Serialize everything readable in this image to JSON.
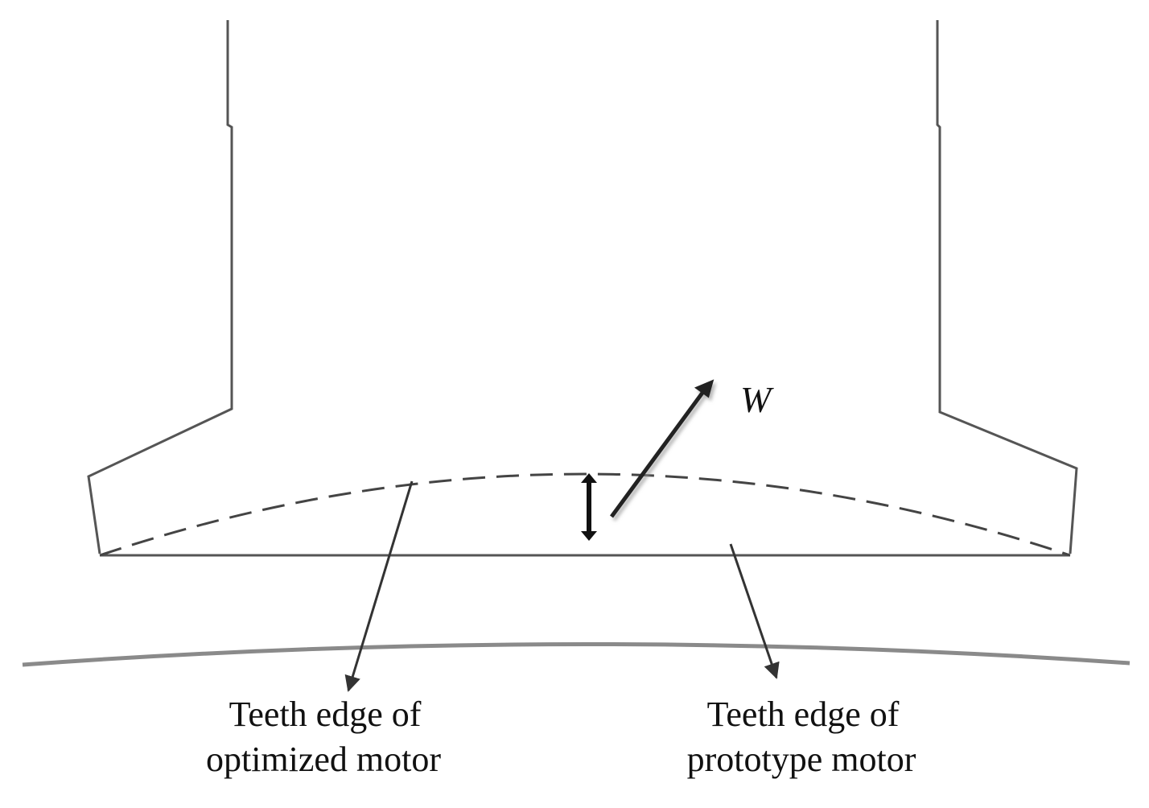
{
  "labels": {
    "optimized_line1": "Teeth edge of",
    "optimized_line2": "optimized motor",
    "prototype_line1": "Teeth edge of",
    "prototype_line2": "prototype motor",
    "w_symbol": "W"
  },
  "colors": {
    "outline": "#555555",
    "arrow": "#333333",
    "rotor_arc": "#888888",
    "text": "#111111"
  }
}
